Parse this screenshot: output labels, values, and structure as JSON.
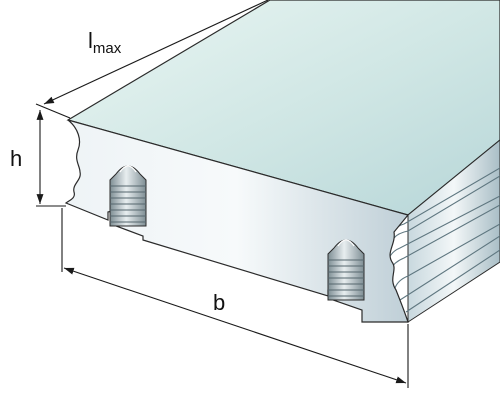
{
  "dimensions": {
    "length_symbol": "l",
    "length_subscript": "max",
    "height_label": "h",
    "width_label": "b"
  },
  "colors": {
    "top_face_light": "#eaf6f3",
    "top_face_mid": "#cfe6e4",
    "top_face_dark": "#b7d6d8",
    "front_face_light": "#eef3f6",
    "front_face_dark": "#bfcfd7",
    "outline": "#2b2b2b",
    "dimension_line": "#1a1a1a",
    "screw_light": "#e8eef0",
    "screw_dark": "#7e8e94"
  }
}
